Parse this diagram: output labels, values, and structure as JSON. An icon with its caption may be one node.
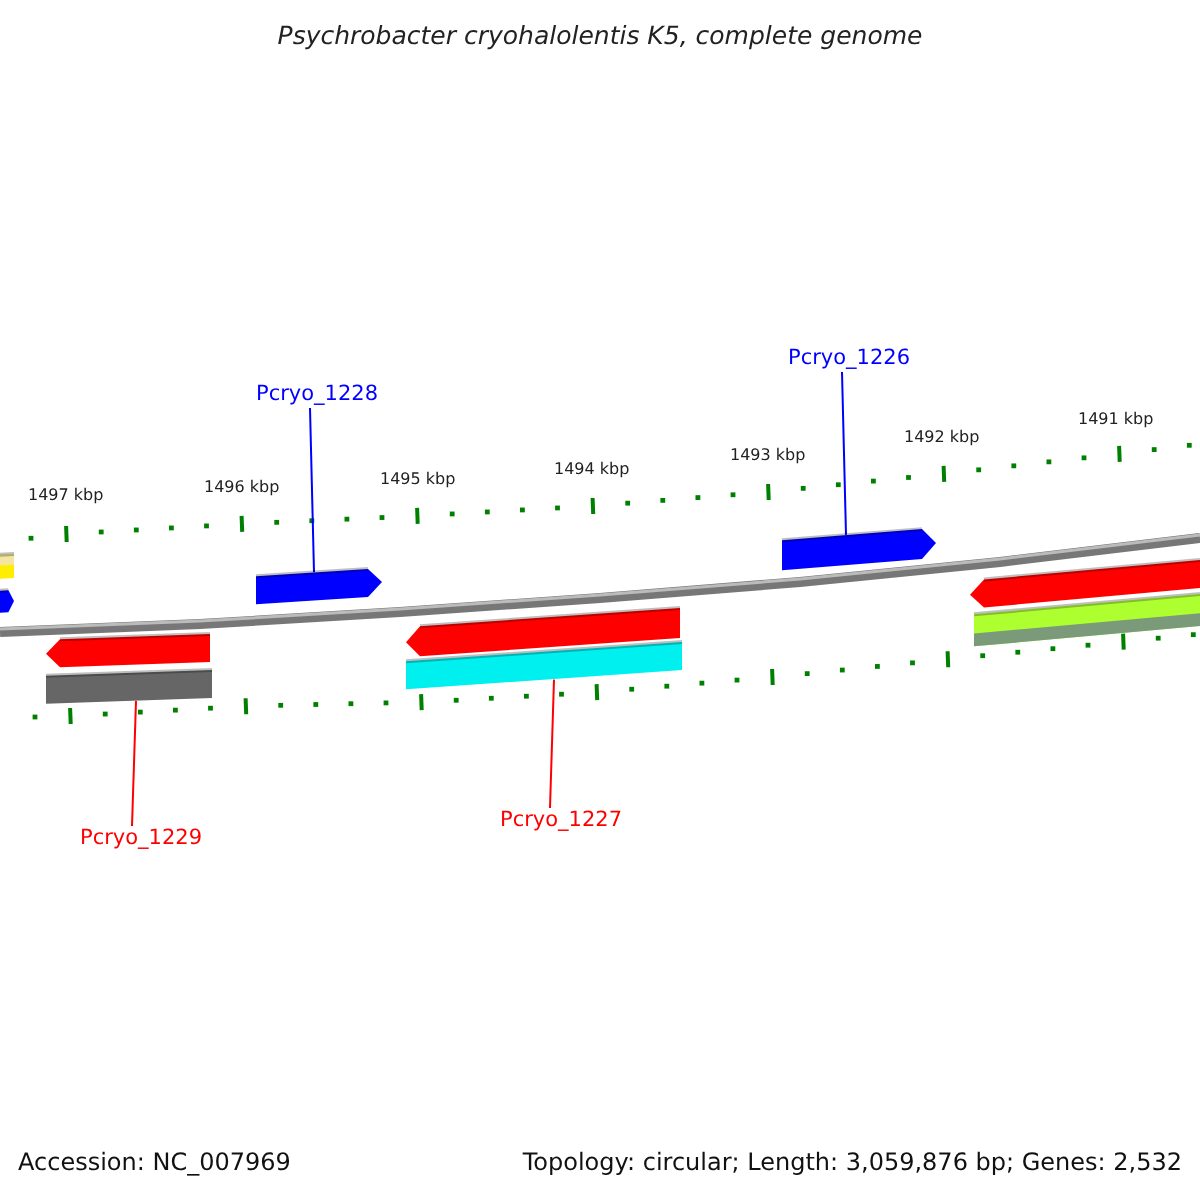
{
  "diagram": {
    "title": "Psychrobacter cryohalolentis K5, complete genome",
    "nodes": [
      {
        "text": [
          "Pcryo_1228"
        ]
      },
      {
        "text": [
          "Pcryo_1226"
        ]
      },
      {
        "text": [],
        "shape": "bar"
      },
      {
        "text": [],
        "shape": "arrow"
      },
      {
        "text": [],
        "shape": "arrow"
      },
      {
        "text": [],
        "shape": "arrow"
      },
      {
        "text": [],
        "shape": "arrow"
      },
      {
        "text": [],
        "shape": "bar"
      },
      {
        "text": [],
        "shape": "arrow"
      },
      {
        "text": [],
        "shape": "bar"
      },
      {
        "text": [],
        "shape": "arrow"
      },
      {
        "text": [],
        "shape": "bar"
      },
      {
        "text": [
          "Pcryo_1229"
        ]
      },
      {
        "text": [
          "Pcryo_1227"
        ]
      }
    ],
    "edges": [
      {
        "from": 0,
        "to": 4,
        "arrow": "none",
        "color": "#0000ff"
      },
      {
        "from": 1,
        "to": 5,
        "arrow": "none",
        "color": "#0000ff"
      },
      {
        "from": 12,
        "to": 9,
        "arrow": "none",
        "color": "#ff0000"
      },
      {
        "from": 13,
        "to": 11,
        "arrow": "none",
        "color": "#ff0000"
      }
    ],
    "labels": [
      "1497 kbp",
      "1496 kbp",
      "1495 kbp",
      "1494 kbp",
      "1493 kbp",
      "1492 kbp",
      "1491 kbp",
      "Accession: NC_007969",
      "Topology: circular; Length: 3,059,876 bp; Genes: 2,532"
    ]
  }
}
